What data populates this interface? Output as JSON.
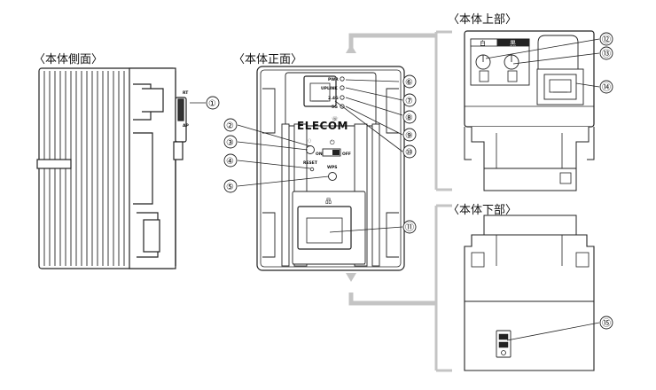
{
  "titles": {
    "side": "〈本体側面〉",
    "front": "〈本体正面〉",
    "top": "〈本体上部〉",
    "bottom": "〈本体下部〉"
  },
  "callouts": [
    "①",
    "②",
    "③",
    "④",
    "⑤",
    "⑥",
    "⑦",
    "⑧",
    "⑨",
    "⑩",
    "⑪",
    "⑫",
    "⑬",
    "⑭",
    "⑮"
  ],
  "device_labels": {
    "brand": "ELECOM",
    "switch_top": "RT",
    "switch_bottom": "AP",
    "on": "ON",
    "off": "OFF",
    "reset": "RESET",
    "wps": "WPS",
    "pwr": "PWR",
    "uplink": "UPLINK",
    "ghz24": "2.4G",
    "ghz5": "5G",
    "white": "白",
    "black": "黒"
  },
  "colors": {
    "line": "#222222",
    "gray_arrow": "#c4c4c4",
    "body_fill": "#ffffff",
    "dark": "#111111"
  }
}
